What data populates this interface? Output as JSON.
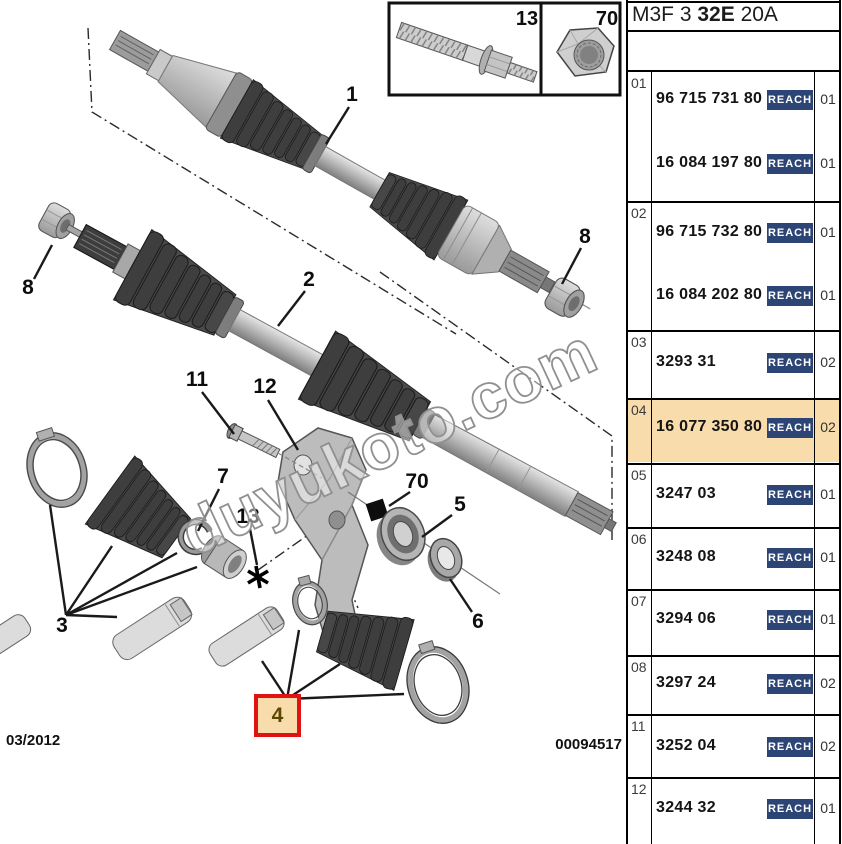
{
  "header": {
    "title_prefix": "M3F 3",
    "title_bold": "32E",
    "title_suffix": "20A"
  },
  "table": {
    "reach_label": "REACH",
    "rows": [
      {
        "item": "01",
        "highlight": false,
        "entries": [
          {
            "part": "96 715 731 80",
            "qty": "01"
          },
          {
            "part": "16 084 197 80",
            "qty": "01"
          }
        ]
      },
      {
        "item": "02",
        "highlight": false,
        "entries": [
          {
            "part": "96 715 732 80",
            "qty": "01"
          },
          {
            "part": "16 084 202 80",
            "qty": "01"
          }
        ]
      },
      {
        "item": "03",
        "highlight": false,
        "entries": [
          {
            "part": "3293 31",
            "qty": "02"
          }
        ]
      },
      {
        "item": "04",
        "highlight": true,
        "entries": [
          {
            "part": "16 077 350 80",
            "qty": "02"
          }
        ]
      },
      {
        "item": "05",
        "highlight": false,
        "entries": [
          {
            "part": "3247 03",
            "qty": "01"
          }
        ]
      },
      {
        "item": "06",
        "highlight": false,
        "entries": [
          {
            "part": "3248 08",
            "qty": "01"
          }
        ]
      },
      {
        "item": "07",
        "highlight": false,
        "entries": [
          {
            "part": "3294 06",
            "qty": "01"
          }
        ]
      },
      {
        "item": "08",
        "highlight": false,
        "entries": [
          {
            "part": "3297 24",
            "qty": "02"
          }
        ]
      },
      {
        "item": "11",
        "highlight": false,
        "entries": [
          {
            "part": "3252 04",
            "qty": "02"
          }
        ]
      },
      {
        "item": "12",
        "highlight": false,
        "entries": [
          {
            "part": "3244 32",
            "qty": "01"
          }
        ]
      }
    ]
  },
  "diagram": {
    "watermark": "duyukoto.com",
    "date": "03/2012",
    "doc_number": "00094517",
    "highlighted_item": "4",
    "inset": {
      "bolt_label": "13",
      "nut_label": "70"
    },
    "callouts": {
      "l1": "1",
      "l2": "2",
      "l3": "3",
      "l4": "4",
      "l5": "5",
      "l6": "6",
      "l7": "7",
      "l8": "8",
      "l11": "11",
      "l12": "12",
      "l13": "13",
      "l70": "70"
    },
    "colors": {
      "highlight_fill": "#f8dcab",
      "highlight_border": "#e01212",
      "reach_badge": "#2c4575"
    }
  }
}
